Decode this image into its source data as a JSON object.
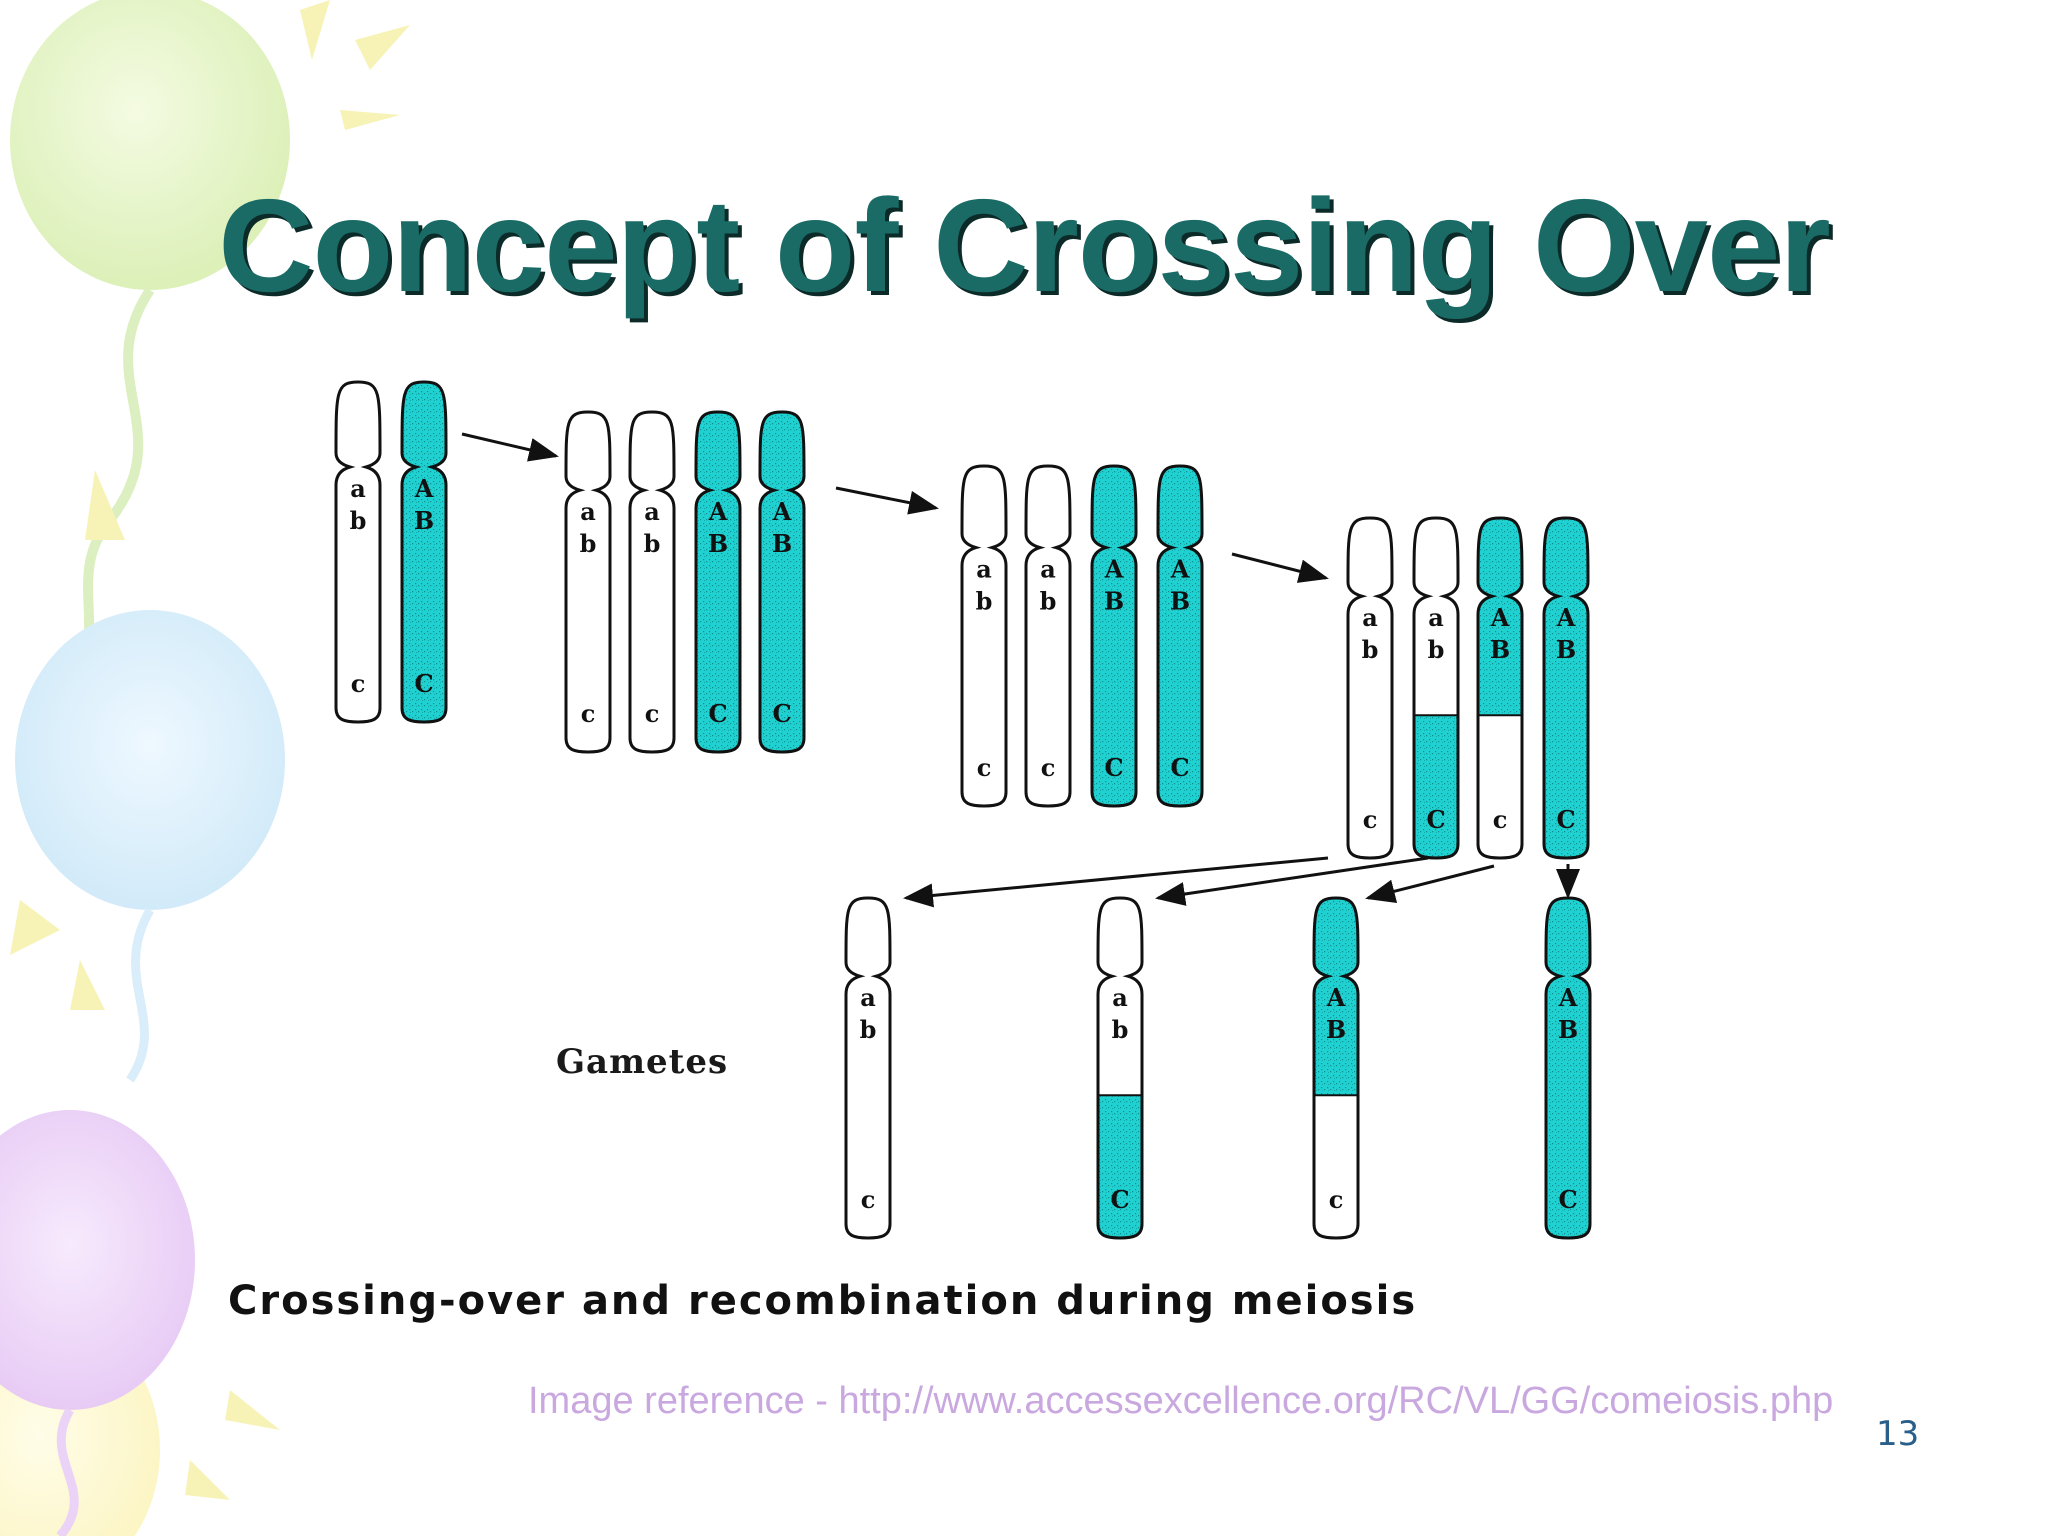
{
  "slide": {
    "title": "Concept of Crossing Over",
    "caption": "Crossing-over and recombination  during meiosis",
    "gametes_label": "Gametes",
    "reference": "Image reference - http://www.accessexcellence.org/RC/VL/GG/comeiosis.php",
    "page_number": "13"
  },
  "diagram": {
    "colors": {
      "teal": "#1fd1d1",
      "outline": "#111111",
      "white": "#ffffff"
    },
    "stages": [
      {
        "name": "homologous-pair",
        "chromosomes": [
          {
            "shade": "white",
            "labels": [
              "a",
              "b",
              "c"
            ]
          },
          {
            "shade": "teal",
            "labels": [
              "A",
              "B",
              "C"
            ]
          }
        ]
      },
      {
        "name": "replicated-pair",
        "chromosomes": [
          {
            "shade": "white",
            "labels": [
              "a",
              "b",
              "c"
            ]
          },
          {
            "shade": "white",
            "labels": [
              "a",
              "b",
              "c"
            ]
          },
          {
            "shade": "teal",
            "labels": [
              "A",
              "B",
              "C"
            ]
          },
          {
            "shade": "teal",
            "labels": [
              "A",
              "B",
              "C"
            ]
          }
        ]
      },
      {
        "name": "crossing-over",
        "chromosomes": [
          {
            "shade": "white",
            "labels": [
              "a",
              "b",
              "c"
            ]
          },
          {
            "shade": "white",
            "labels": [
              "a",
              "b",
              "c"
            ]
          },
          {
            "shade": "teal",
            "labels": [
              "A",
              "B",
              "C"
            ]
          },
          {
            "shade": "teal",
            "labels": [
              "A",
              "B",
              "C"
            ]
          }
        ]
      },
      {
        "name": "recombined",
        "chromosomes": [
          {
            "shade": "white",
            "labels": [
              "a",
              "b",
              "c"
            ]
          },
          {
            "shade": "white-teal",
            "labels": [
              "a",
              "b",
              "C"
            ]
          },
          {
            "shade": "teal-white",
            "labels": [
              "A",
              "B",
              "c"
            ]
          },
          {
            "shade": "teal",
            "labels": [
              "A",
              "B",
              "C"
            ]
          }
        ]
      },
      {
        "name": "gametes",
        "chromosomes": [
          {
            "shade": "white",
            "labels": [
              "a",
              "b",
              "c"
            ]
          },
          {
            "shade": "white-teal",
            "labels": [
              "a",
              "b",
              "C"
            ]
          },
          {
            "shade": "teal-white",
            "labels": [
              "A",
              "B",
              "c"
            ]
          },
          {
            "shade": "teal",
            "labels": [
              "A",
              "B",
              "C"
            ]
          }
        ]
      }
    ]
  }
}
